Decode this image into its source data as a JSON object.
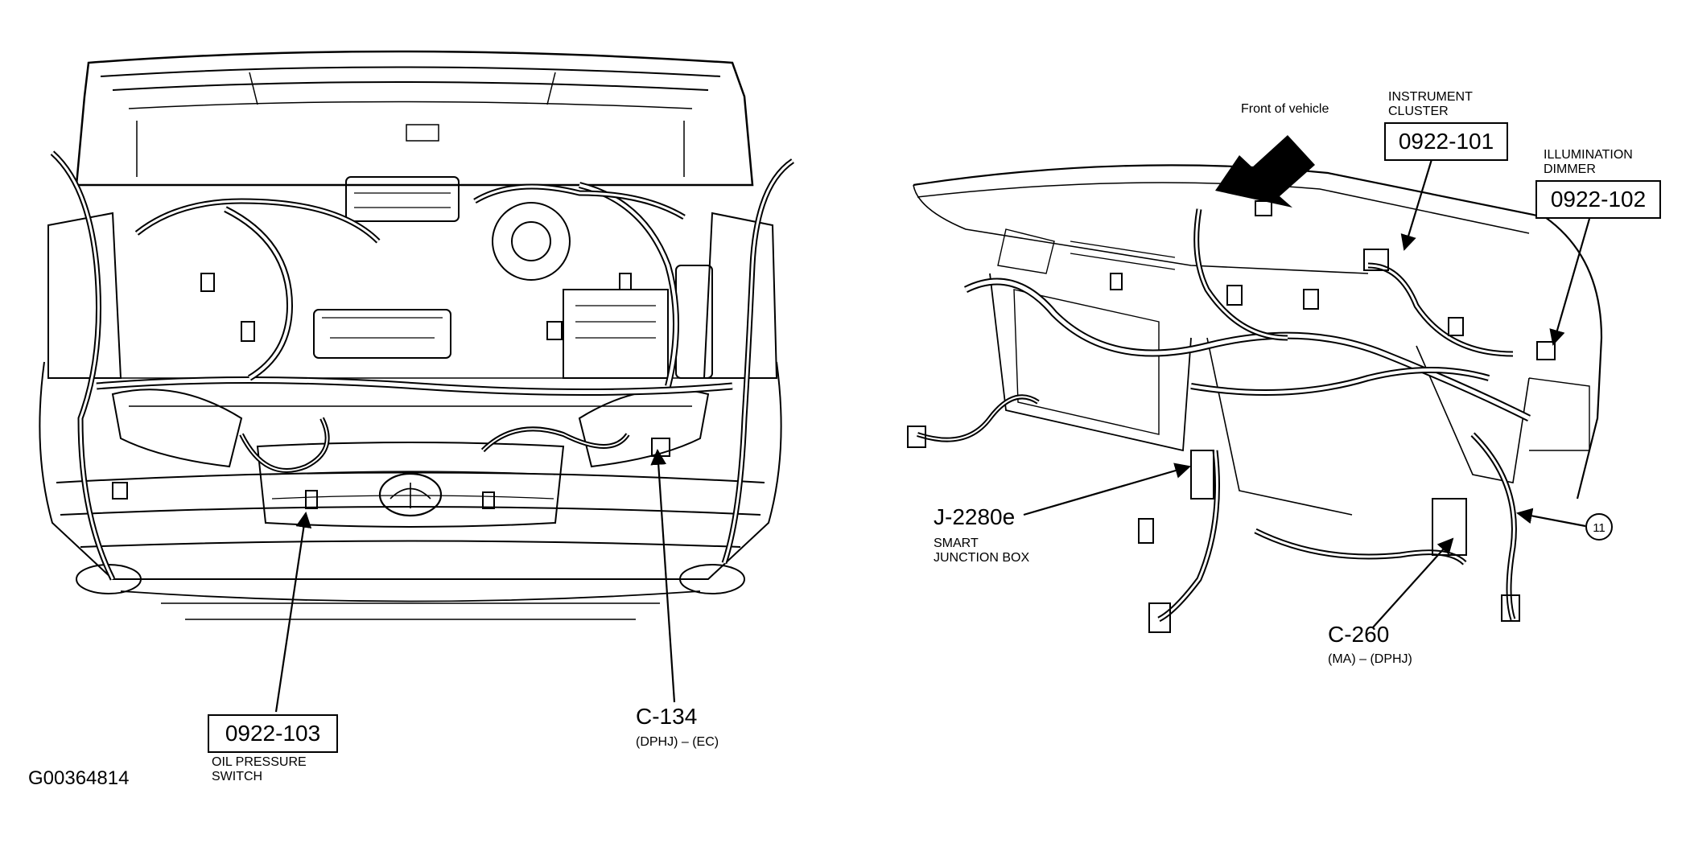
{
  "figure_id": "G00364814",
  "front_label": "Front of vehicle",
  "callouts": {
    "oil_pressure": {
      "code": "0922-103",
      "desc_line1": "OIL PRESSURE",
      "desc_line2": "SWITCH"
    },
    "c134": {
      "code": "C-134",
      "desc": "(DPHJ) – (EC)"
    },
    "instrument": {
      "code": "0922-101",
      "desc_line1": "INSTRUMENT",
      "desc_line2": "CLUSTER"
    },
    "illumination": {
      "code": "0922-102",
      "desc_line1": "ILLUMINATION",
      "desc_line2": "DIMMER"
    },
    "junction": {
      "code": "J-2280e",
      "desc_line1": "SMART",
      "desc_line2": "JUNCTION BOX"
    },
    "c260": {
      "code": "C-260",
      "desc": "(MA) – (DPHJ)"
    },
    "ref": {
      "number": "11"
    }
  }
}
